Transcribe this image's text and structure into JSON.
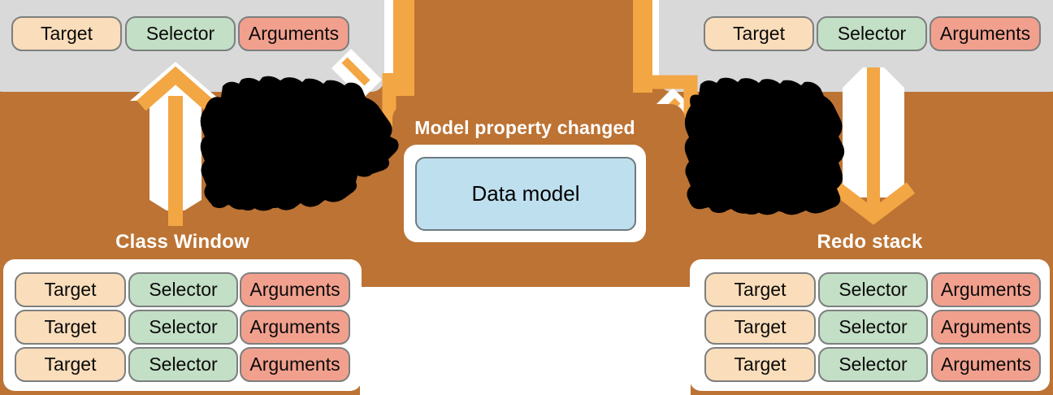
{
  "labels": {
    "model_property_changed": "Model property changed",
    "data_model": "Data model",
    "class_window": "Class Window",
    "redo_stack": "Redo stack"
  },
  "tuple": [
    "Target",
    "Selector",
    "Arguments"
  ],
  "stacks": {
    "class_window_rows": 3,
    "redo_stack_rows": 3,
    "top_left_rows": 1,
    "top_right_rows": 1
  },
  "colors": {
    "background_brown": "#bc7334",
    "arrow_orange": "#f3a644",
    "panel_gray": "#d9d9d9",
    "pill_target": "#faddba",
    "pill_selector": "#c3dfc5",
    "pill_arguments": "#f2a08e",
    "data_model_blue": "#bedfee",
    "pill_border": "#7c7f7f",
    "scribble_black": "#000000"
  }
}
